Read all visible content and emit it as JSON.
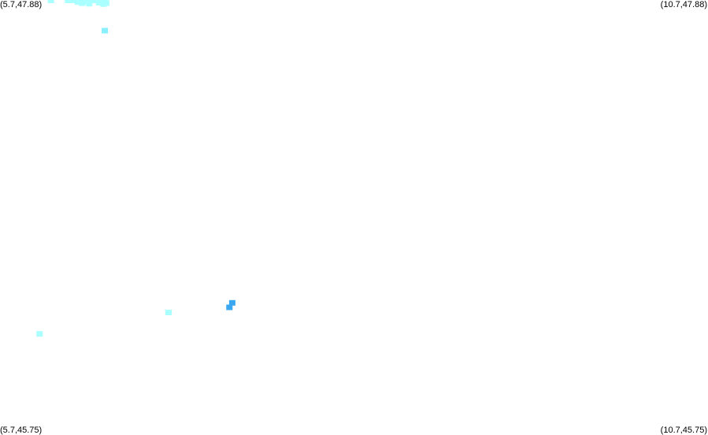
{
  "corner_labels": {
    "top_left": "(5.7,47.88)",
    "top_right": "(10.7,47.88)",
    "bottom_left": "(5.7,45.75)",
    "bottom_right": "(10.7,45.75)"
  },
  "colors": {
    "background": "#ffffff",
    "cell_light": "#aaffff",
    "cell_mid": "#88f0ff",
    "cell_strong": "#3aa8f0",
    "label_text": "#000000"
  },
  "bounds": {
    "lon_min": 5.7,
    "lon_max": 10.7,
    "lat_min": 45.75,
    "lat_max": 47.88
  },
  "cells": [
    {
      "lon": 6.18,
      "lat": 47.878,
      "level": "light"
    },
    {
      "lon": 6.22,
      "lat": 47.878,
      "level": "light"
    },
    {
      "lon": 6.26,
      "lat": 47.875,
      "level": "light"
    },
    {
      "lon": 6.29,
      "lat": 47.872,
      "level": "light"
    },
    {
      "lon": 6.33,
      "lat": 47.875,
      "level": "light"
    },
    {
      "lon": 6.36,
      "lat": 47.878,
      "level": "light"
    },
    {
      "lon": 6.4,
      "lat": 47.876,
      "level": "light"
    },
    {
      "lon": 6.44,
      "lat": 47.878,
      "level": "light"
    },
    {
      "lon": 6.45,
      "lat": 47.865,
      "level": "light"
    },
    {
      "lon": 6.4,
      "lat": 47.867,
      "level": "light"
    },
    {
      "lon": 6.33,
      "lat": 47.862,
      "level": "light"
    },
    {
      "lon": 6.28,
      "lat": 47.864,
      "level": "light"
    },
    {
      "lon": 6.25,
      "lat": 47.87,
      "level": "light"
    },
    {
      "lon": 6.43,
      "lat": 47.86,
      "level": "light"
    },
    {
      "lon": 6.06,
      "lat": 47.878,
      "level": "light"
    },
    {
      "lon": 6.44,
      "lat": 47.73,
      "level": "mid"
    },
    {
      "lon": 6.89,
      "lat": 46.35,
      "level": "light"
    },
    {
      "lon": 7.34,
      "lat": 46.397,
      "level": "strong"
    },
    {
      "lon": 7.32,
      "lat": 46.375,
      "level": "strong"
    },
    {
      "lon": 5.98,
      "lat": 46.245,
      "level": "light"
    }
  ]
}
